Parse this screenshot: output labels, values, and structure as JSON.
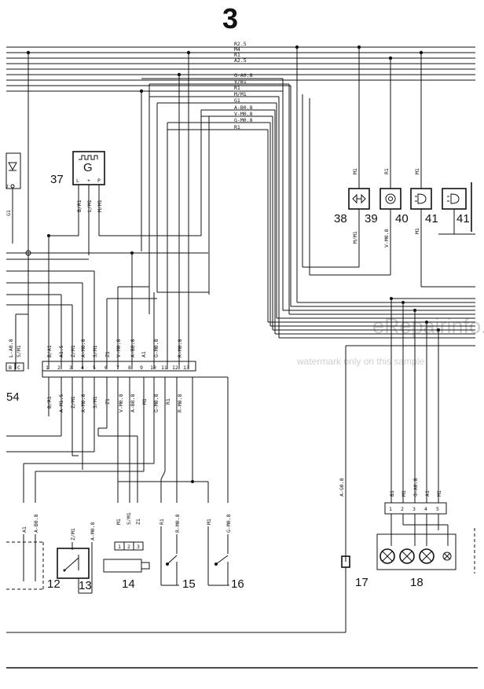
{
  "page_number": "3",
  "watermark": {
    "site": "eRepairinfo.com",
    "note": "watermark only on this sample"
  },
  "bus_labels": [
    "R2.5",
    "M4",
    "R1",
    "A2.5"
  ],
  "bus2_labels": [
    "G-A0.8",
    "V/B1",
    "R1",
    "M/M1",
    "G1",
    "A-B0.8",
    "V-M0.8",
    "G-M0.8",
    "R1"
  ],
  "connector_top_labels": [
    "L-A0.8",
    "S/M1",
    "B/A1",
    "A1.5",
    "Z/M1",
    "A-M0.8",
    "S/M1",
    "Z1",
    "V-M0.8",
    "A-B0.8",
    "A1",
    "G-M0.8",
    "R-M0.8"
  ],
  "connector_bottom_labels": [
    "B/R1",
    "A-M1.5",
    "Z/M1",
    "A-M0.8",
    "S/M1",
    "Z1",
    "V-M0.8",
    "A-B0.8",
    "M1",
    "G-M0.8",
    "R1",
    "R-M0.8"
  ],
  "connector_pins": [
    "1",
    "2",
    "3",
    "4",
    "5",
    "6",
    "7",
    "8",
    "9",
    "10",
    "11",
    "12",
    "13"
  ],
  "connector_letters": [
    "B",
    "C"
  ],
  "component_37": {
    "number": "37",
    "letter": "G",
    "pins": [
      "L",
      "+",
      "P"
    ],
    "wires": [
      "B/R1",
      "L/M1",
      "M/M1"
    ]
  },
  "lamp_labels": {
    "top": [
      "M1",
      "R1",
      "M1"
    ],
    "bottom": [
      "M/M1",
      "V-M0.8",
      "M1"
    ]
  },
  "component_numbers": [
    "12",
    "13",
    "14",
    "15",
    "16",
    "17",
    "18",
    "38",
    "39",
    "40",
    "41",
    "41",
    "54"
  ],
  "lower_labels": {
    "c12": [
      "A1",
      "A-B0.8"
    ],
    "c13": [
      "Z/M1",
      "A-M0.8"
    ],
    "c14": [
      "M1",
      "S/M1",
      "Z1"
    ],
    "c14_pins": [
      "1",
      "2",
      "3"
    ],
    "c15": [
      "R1",
      "R-M0.8"
    ],
    "c16": [
      "M1",
      "G-M0.8"
    ],
    "c17": [
      "A-G0.8"
    ],
    "c18": [
      "B1",
      "M1",
      "G-A0.8",
      "A1",
      "M1"
    ],
    "c18_pins": [
      "1",
      "2",
      "3",
      "4",
      "5"
    ]
  },
  "left_marks": [
    "7",
    "G1"
  ],
  "icons": [
    "diode-icon",
    "pulse-generator-icon",
    "hazard-lamp-icon",
    "horn-icon",
    "headlamp-icon",
    "bulb-icon",
    "switch-icon"
  ]
}
